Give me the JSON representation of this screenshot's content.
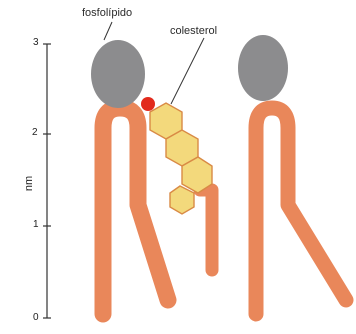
{
  "labels": {
    "phospholipid": "fosfolípido",
    "cholesterol": "colesterol"
  },
  "axis": {
    "unit": "nm",
    "ticks": [
      "0",
      "1",
      "2",
      "3"
    ]
  },
  "colors": {
    "tail": "#e9875a",
    "head": "#8c8c8e",
    "cholesterol_ring": "#f3d97c",
    "cholesterol_outline": "#d98a45",
    "hydroxyl": "#e22a1c",
    "axis": "#333333"
  }
}
